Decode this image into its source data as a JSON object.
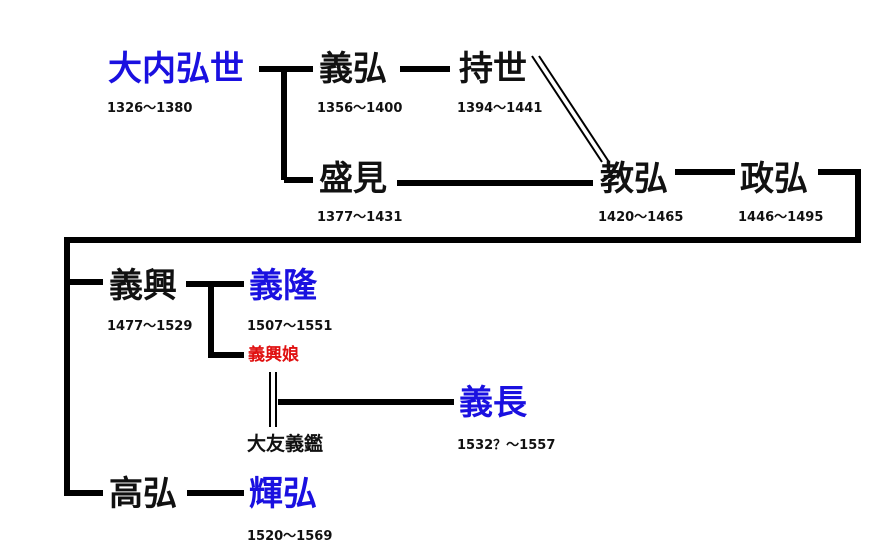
{
  "colors": {
    "main_line": "#000000",
    "highlight_name": "#1a10e0",
    "spouse_name": "#e01010",
    "text": "#111111"
  },
  "people": {
    "hiroyo": {
      "name": "大内弘世",
      "years": "1326～1380"
    },
    "yoshihiro": {
      "name": "義弘",
      "years": "1356～1400"
    },
    "mochiyo": {
      "name": "持世",
      "years": "1394～1441"
    },
    "morimi": {
      "name": "盛見",
      "years": "1377～1431"
    },
    "norihiro": {
      "name": "教弘",
      "years": "1420～1465"
    },
    "masahiro": {
      "name": "政弘",
      "years": "1446～1495"
    },
    "yoshioki": {
      "name": "義興",
      "years": "1477～1529"
    },
    "yoshitaka": {
      "name": "義隆",
      "years": "1507～1551"
    },
    "yoshioki_daughter": {
      "name": "義興娘"
    },
    "otomo_yoshiaki": {
      "name": "大友義鑑"
    },
    "yoshinaga": {
      "name": "義長",
      "years": "1532？～1557"
    },
    "takahiro": {
      "name": "高弘"
    },
    "teruhiro": {
      "name": "輝弘",
      "years": "1520～1569"
    }
  }
}
